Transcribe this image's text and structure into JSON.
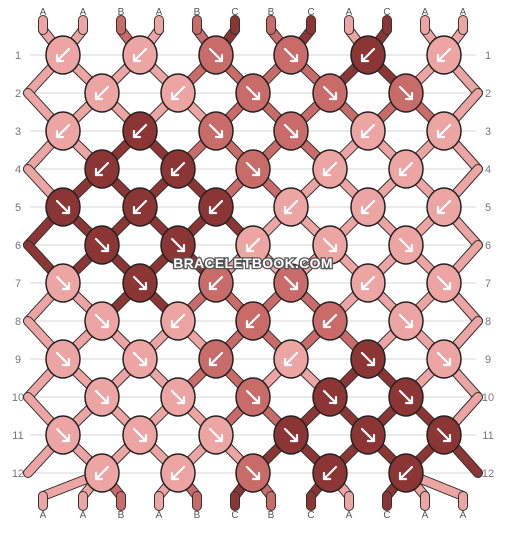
{
  "watermark": "BRACELETBOOK.COM",
  "colors": {
    "A": "#eda5a3",
    "B": "#c96b69",
    "C": "#8c3535"
  },
  "strands_top": [
    "A",
    "A",
    "B",
    "A",
    "B",
    "C",
    "B",
    "C",
    "A",
    "C",
    "A",
    "A"
  ],
  "strands_bottom": [
    "A",
    "A",
    "B",
    "A",
    "B",
    "C",
    "B",
    "C",
    "A",
    "C",
    "A",
    "A"
  ],
  "row_labels": [
    "1",
    "2",
    "3",
    "4",
    "5",
    "6",
    "7",
    "8",
    "9",
    "10",
    "11",
    "12"
  ],
  "knots": [
    [
      {
        "c": "A",
        "d": "sw"
      },
      {
        "c": "A",
        "d": "sw"
      },
      {
        "c": "B",
        "d": "se"
      },
      {
        "c": "B",
        "d": "se"
      },
      {
        "c": "C",
        "d": "sw"
      },
      {
        "c": "A",
        "d": "sw"
      }
    ],
    [
      {
        "c": "A",
        "d": "sw"
      },
      {
        "c": "A",
        "d": "sw"
      },
      {
        "c": "B",
        "d": "se"
      },
      {
        "c": "B",
        "d": "se"
      },
      {
        "c": "B",
        "d": "se"
      }
    ],
    [
      {
        "c": "A",
        "d": "sw"
      },
      {
        "c": "C",
        "d": "sw"
      },
      {
        "c": "B",
        "d": "se"
      },
      {
        "c": "B",
        "d": "se"
      },
      {
        "c": "A",
        "d": "sw"
      },
      {
        "c": "A",
        "d": "sw"
      }
    ],
    [
      {
        "c": "C",
        "d": "sw"
      },
      {
        "c": "C",
        "d": "sw"
      },
      {
        "c": "B",
        "d": "se"
      },
      {
        "c": "A",
        "d": "sw"
      },
      {
        "c": "A",
        "d": "sw"
      }
    ],
    [
      {
        "c": "C",
        "d": "se"
      },
      {
        "c": "C",
        "d": "sw"
      },
      {
        "c": "C",
        "d": "sw"
      },
      {
        "c": "A",
        "d": "sw"
      },
      {
        "c": "A",
        "d": "sw"
      },
      {
        "c": "A",
        "d": "sw"
      }
    ],
    [
      {
        "c": "C",
        "d": "se"
      },
      {
        "c": "C",
        "d": "se"
      },
      {
        "c": "A",
        "d": "sw"
      },
      {
        "c": "A",
        "d": "se"
      },
      {
        "c": "A",
        "d": "se"
      }
    ],
    [
      {
        "c": "A",
        "d": "se"
      },
      {
        "c": "C",
        "d": "se"
      },
      {
        "c": "B",
        "d": "sw"
      },
      {
        "c": "B",
        "d": "se"
      },
      {
        "c": "A",
        "d": "sw"
      },
      {
        "c": "A",
        "d": "se"
      }
    ],
    [
      {
        "c": "A",
        "d": "se"
      },
      {
        "c": "A",
        "d": "sw"
      },
      {
        "c": "B",
        "d": "sw"
      },
      {
        "c": "B",
        "d": "sw"
      },
      {
        "c": "A",
        "d": "se"
      }
    ],
    [
      {
        "c": "A",
        "d": "se"
      },
      {
        "c": "A",
        "d": "se"
      },
      {
        "c": "B",
        "d": "sw"
      },
      {
        "c": "A",
        "d": "sw"
      },
      {
        "c": "C",
        "d": "se"
      },
      {
        "c": "A",
        "d": "se"
      }
    ],
    [
      {
        "c": "A",
        "d": "se"
      },
      {
        "c": "A",
        "d": "se"
      },
      {
        "c": "B",
        "d": "se"
      },
      {
        "c": "C",
        "d": "se"
      },
      {
        "c": "C",
        "d": "se"
      }
    ],
    [
      {
        "c": "A",
        "d": "se"
      },
      {
        "c": "A",
        "d": "se"
      },
      {
        "c": "A",
        "d": "se"
      },
      {
        "c": "C",
        "d": "se"
      },
      {
        "c": "C",
        "d": "se"
      },
      {
        "c": "C",
        "d": "se"
      }
    ],
    [
      {
        "c": "A",
        "d": "sw"
      },
      {
        "c": "A",
        "d": "sw"
      },
      {
        "c": "B",
        "d": "se"
      },
      {
        "c": "C",
        "d": "sw"
      },
      {
        "c": "C",
        "d": "sw"
      }
    ]
  ]
}
